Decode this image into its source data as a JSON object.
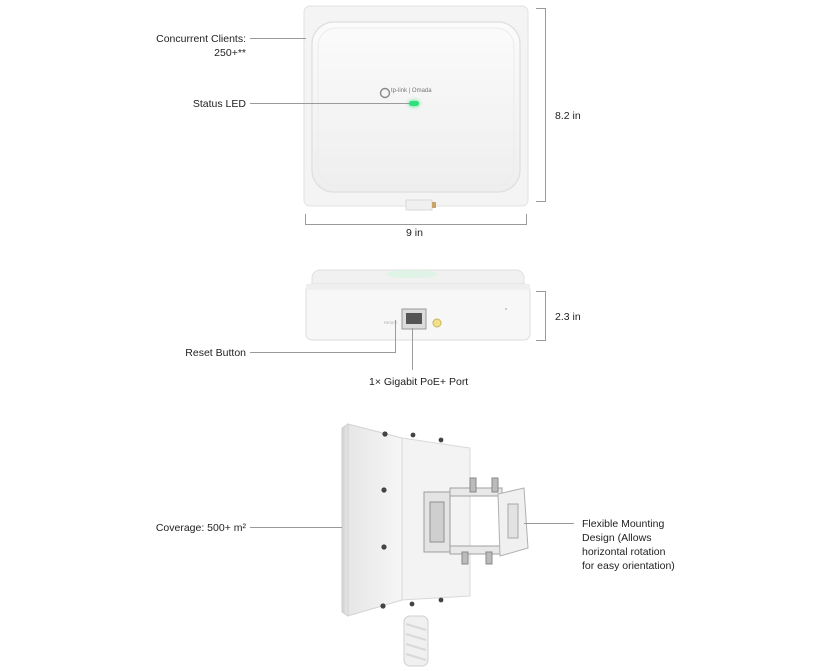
{
  "brand": {
    "logo_text": "tp-link | Omada"
  },
  "top_view": {
    "clients_label_line1": "Concurrent Clients:",
    "clients_label_line2": "250+**",
    "status_led_label": "Status LED",
    "height_label": "8.2 in",
    "width_label": "9 in",
    "led_color": "#2ee07a"
  },
  "bottom_view": {
    "reset_label": "Reset Button",
    "port_label": "1× Gigabit PoE+ Port",
    "depth_label": "2.3 in"
  },
  "side_view": {
    "coverage_label": "Coverage: 500+ m²",
    "mount_line1": "Flexible Mounting",
    "mount_line2": "Design (Allows",
    "mount_line3": "horizontal rotation",
    "mount_line4": "for easy orientation)"
  }
}
